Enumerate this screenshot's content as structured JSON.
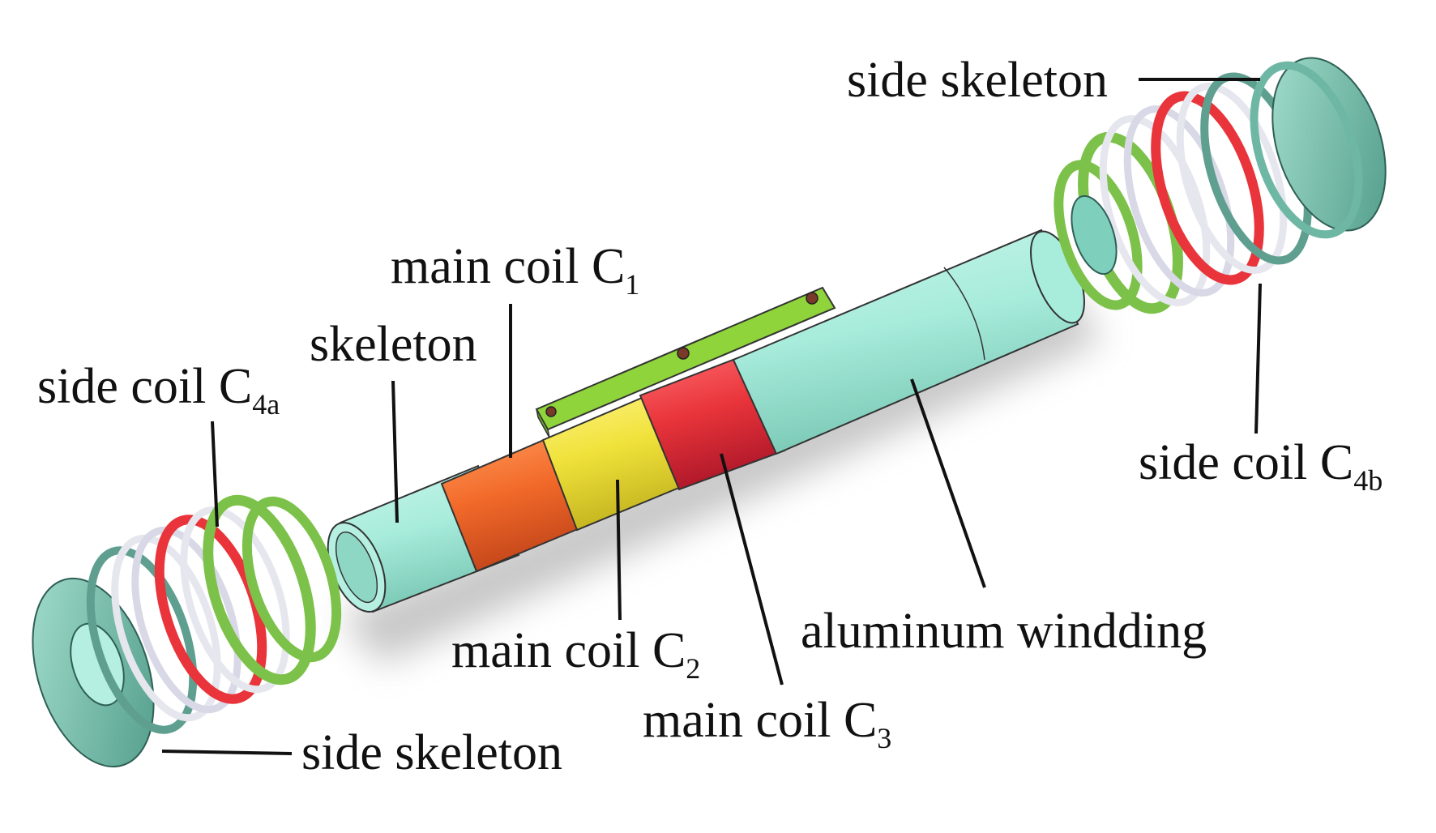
{
  "labels": {
    "side_skeleton_top": "side skeleton",
    "main_coil_c1": {
      "text": "main coil C",
      "sub": "1"
    },
    "skeleton": "skeleton",
    "side_coil_c4a": {
      "text": "side coil C",
      "sub": "4a"
    },
    "side_coil_c4b": {
      "text": "side coil C",
      "sub": "4b"
    },
    "aluminum_winding": "aluminum windding",
    "main_coil_c2": {
      "text": "main coil C",
      "sub": "2"
    },
    "main_coil_c3": {
      "text": "main coil C",
      "sub": "3"
    },
    "side_skeleton_bottom": "side skeleton"
  },
  "colors": {
    "skeleton": "#a8ecdc",
    "skeleton_shadow": "#7fcfbd",
    "main_coil_c1": "#f26a2a",
    "main_coil_c2": "#f0e23a",
    "main_coil_c3": "#e8343a",
    "bracket": "#8fd43a",
    "side_ring_green": "#7cc24a",
    "side_ring_red": "#e8343a",
    "side_ring_white": "#e6e6ee",
    "side_skeleton": "#6fb7a5"
  }
}
